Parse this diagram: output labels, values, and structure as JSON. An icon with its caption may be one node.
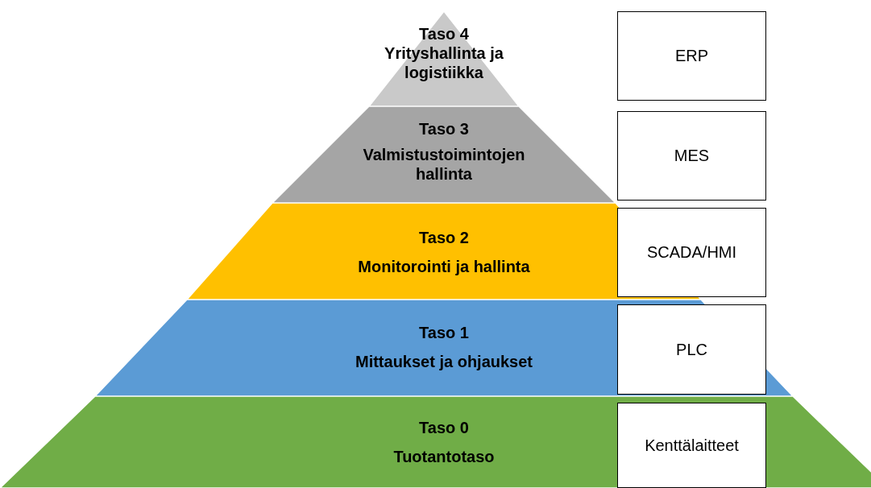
{
  "diagram": {
    "nodes": [
      {
        "text": [
          "Taso 4",
          "Yrityshallinta ja logistiikka"
        ]
      },
      {
        "text": [
          "ERP"
        ]
      },
      {
        "text": [
          "Taso 3",
          "Valmistustoimintojen hallinta"
        ]
      },
      {
        "text": [
          "MES"
        ]
      },
      {
        "text": [
          "Taso 2",
          "Monitorointi ja hallinta"
        ]
      },
      {
        "text": [
          "SCADA/HMI"
        ]
      },
      {
        "text": [
          "Taso 1",
          "Mittaukset ja ohjaukset"
        ]
      },
      {
        "text": [
          "PLC"
        ],
        "in": 6
      },
      {
        "text": [
          "Taso 0",
          "Tuotantotaso"
        ]
      },
      {
        "text": [
          "Kenttälaitteet"
        ],
        "in": 8
      }
    ]
  }
}
